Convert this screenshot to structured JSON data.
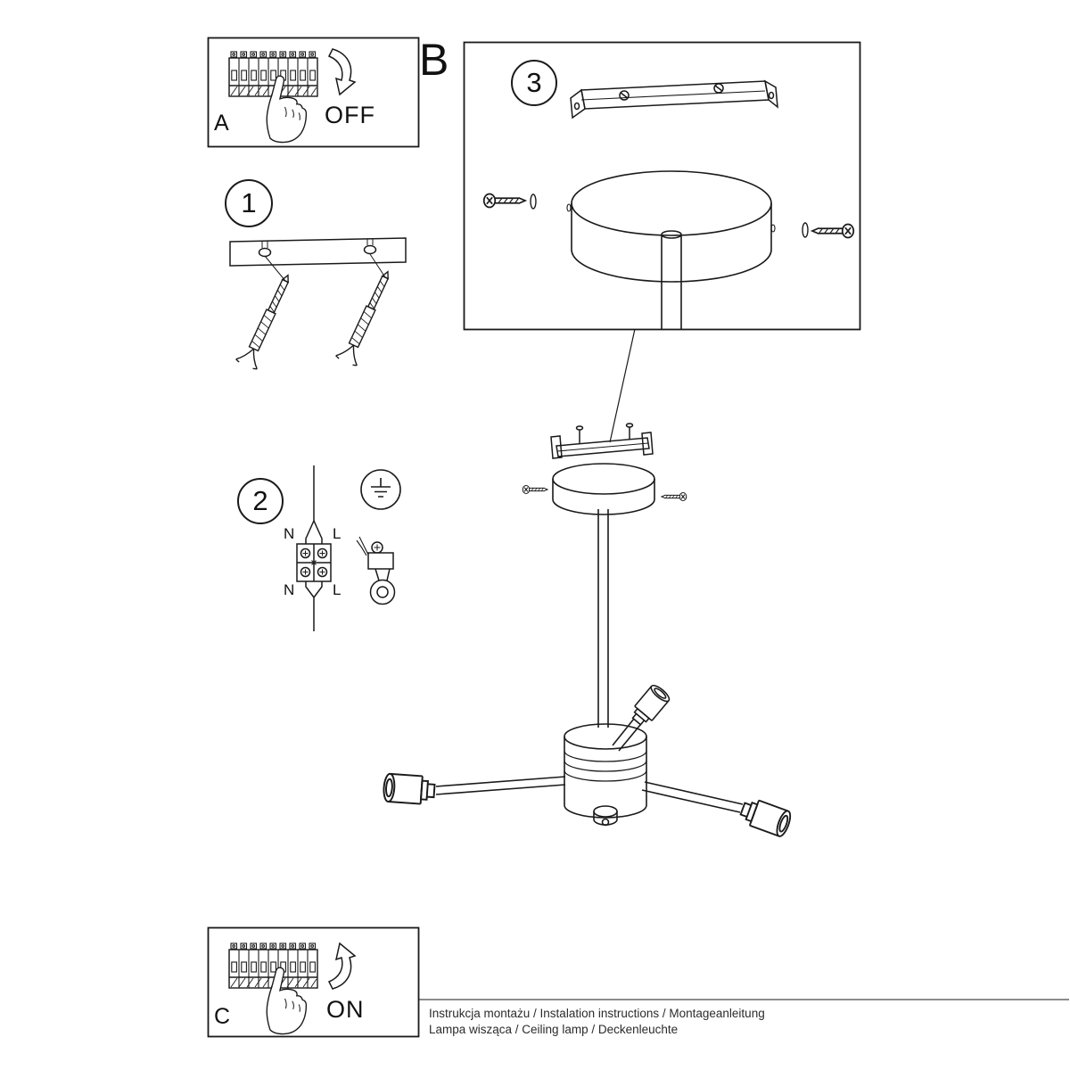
{
  "colors": {
    "ink": "#1a1a1a",
    "paper": "#ffffff"
  },
  "panel_a": {
    "label": "A",
    "action": "OFF"
  },
  "section_b": {
    "label": "B"
  },
  "step1": {
    "number": "1"
  },
  "step2": {
    "number": "2",
    "terminals": {
      "top_left": "N",
      "top_right": "L",
      "bottom_left": "N",
      "bottom_right": "L"
    }
  },
  "step3": {
    "number": "3"
  },
  "panel_c": {
    "label": "C",
    "action": "ON"
  },
  "footer": {
    "line1": "Instrukcja montażu / Instalation instructions / Montageanleitung",
    "line2": "Lampa wisząca / Ceiling lamp / Deckenleuchte"
  }
}
